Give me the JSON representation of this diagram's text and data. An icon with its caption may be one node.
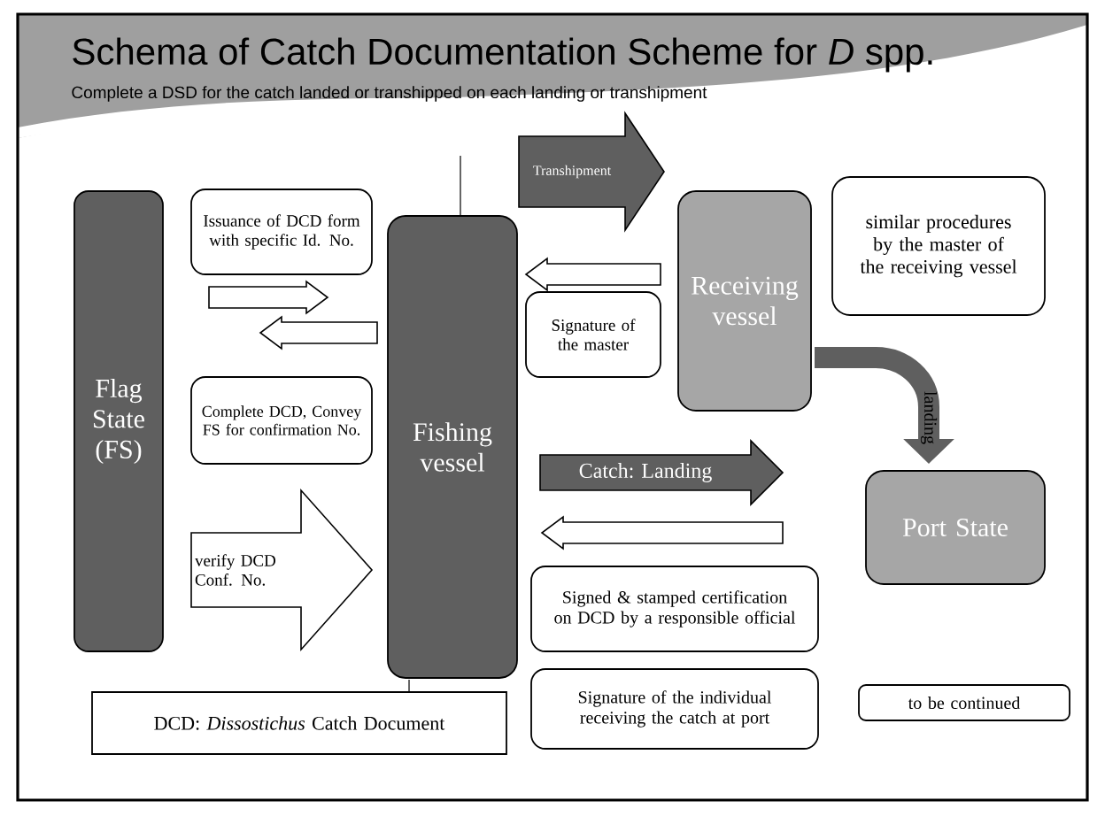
{
  "diagram": {
    "title": "Schema of Catch  Documentation Scheme for *D* spp.",
    "nodes": [
      {
        "text": [
          "Flag State (FS)"
        ]
      },
      {
        "text": [
          "Issuance of DCD form with specific Id. No."
        ]
      },
      {
        "text": [
          "Complete DCD, Convey  FS for confirmation No."
        ]
      },
      {
        "text": [
          "Fishing vessel"
        ]
      },
      {
        "text": [
          "Signature of the master"
        ]
      },
      {
        "text": [
          "Receiving vessel"
        ]
      },
      {
        "text": [
          "similar procedures by the master of the receiving vessel"
        ]
      },
      {
        "text": [
          "Port State"
        ]
      },
      {
        "text": [
          "Signed & stamped certification on DCD by a responsible official"
        ]
      },
      {
        "text": [
          "Signature of the individual receiving the catch at port"
        ]
      },
      {
        "text": [
          "DCD: *Dissostichus*  Catch Document"
        ]
      },
      {
        "text": [
          "to be continued"
        ]
      }
    ],
    "edges": [
      {
        "from": 0,
        "to": 3,
        "arrow": "to"
      },
      {
        "from": 3,
        "to": 0,
        "arrow": "to"
      },
      {
        "from": 0,
        "to": 3,
        "arrow": "to",
        "label": "verify DCD Conf. No."
      },
      {
        "from": 3,
        "to": 5,
        "arrow": "to",
        "label": "Transhipment",
        "color": "#5f5f5f"
      },
      {
        "from": 5,
        "to": 3,
        "arrow": "to"
      },
      {
        "from": 3,
        "to": 7,
        "arrow": "to",
        "label": "Catch: Landing",
        "color": "#5f5f5f"
      },
      {
        "from": 7,
        "to": 3,
        "arrow": "to"
      },
      {
        "from": 5,
        "to": 7,
        "arrow": "to",
        "label": "landing",
        "color": "#5f5f5f"
      }
    ],
    "labels": [
      "Complete a DSD for the catch landed or transhipped on each landing or transhipment"
    ]
  }
}
